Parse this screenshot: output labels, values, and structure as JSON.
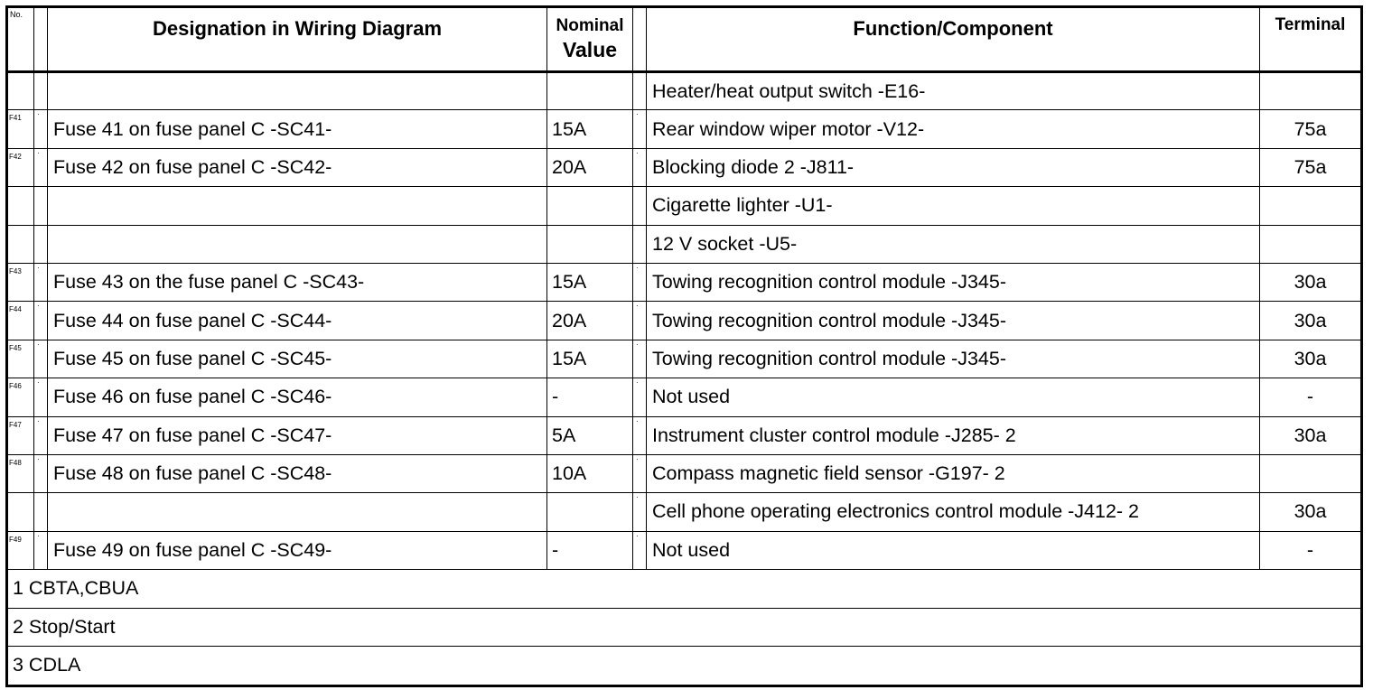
{
  "table": {
    "headers": {
      "no": "No.",
      "designation": "Designation in Wiring Diagram",
      "nominal_line1": "Nominal",
      "nominal_line2": "Value",
      "function": "Function/Component",
      "terminal": "Terminal"
    },
    "rows": [
      {
        "no": "",
        "mark": "",
        "designation": "",
        "nominal": "",
        "sep": "",
        "function": "Heater/heat output switch -E16-",
        "terminal": ""
      },
      {
        "no": "F41",
        "mark": "·",
        "designation": "Fuse 41 on fuse panel C -SC41-",
        "nominal": "15A",
        "sep": "·",
        "function": "Rear window wiper motor -V12-",
        "terminal": "75a"
      },
      {
        "no": "F42",
        "mark": "·",
        "designation": "Fuse 42 on fuse panel C -SC42-",
        "nominal": "20A",
        "sep": "·",
        "function": "Blocking diode 2 -J811-",
        "terminal": "75a"
      },
      {
        "no": "",
        "mark": "",
        "designation": "",
        "nominal": "",
        "sep": "",
        "function": "Cigarette lighter -U1-",
        "terminal": ""
      },
      {
        "no": "",
        "mark": "",
        "designation": "",
        "nominal": "",
        "sep": "",
        "function": "12 V socket -U5-",
        "terminal": ""
      },
      {
        "no": "F43",
        "mark": "·",
        "designation": "Fuse 43 on the fuse panel C -SC43-",
        "nominal": "15A",
        "sep": "·",
        "function": "Towing recognition control module -J345-",
        "terminal": "30a"
      },
      {
        "no": "F44",
        "mark": "·",
        "designation": "Fuse 44 on fuse panel C -SC44-",
        "nominal": "20A",
        "sep": "·",
        "function": "Towing recognition control module -J345-",
        "terminal": "30a"
      },
      {
        "no": "F45",
        "mark": "·",
        "designation": "Fuse 45 on fuse panel C -SC45-",
        "nominal": "15A",
        "sep": "·",
        "function": "Towing recognition control module -J345-",
        "terminal": "30a"
      },
      {
        "no": "F46",
        "mark": "·",
        "designation": "Fuse 46 on fuse panel C -SC46-",
        "nominal": "-",
        "sep": "·",
        "function": "Not used",
        "terminal": "-"
      },
      {
        "no": "F47",
        "mark": "·",
        "designation": "Fuse 47 on fuse panel C -SC47-",
        "nominal": "5A",
        "sep": "·",
        "function": "Instrument cluster control module -J285- 2",
        "terminal": "30a"
      },
      {
        "no": "F48",
        "mark": "·",
        "designation": "Fuse 48 on fuse panel C -SC48-",
        "nominal": "10A",
        "sep": "·",
        "function": "Compass magnetic field sensor -G197- 2",
        "terminal": ""
      },
      {
        "no": "",
        "mark": "",
        "designation": "",
        "nominal": "",
        "sep": "·",
        "function": "Cell phone operating electronics control module -J412- 2",
        "terminal": "30a"
      },
      {
        "no": "F49",
        "mark": "·",
        "designation": "Fuse 49 on fuse panel C -SC49-",
        "nominal": "-",
        "sep": "·",
        "function": "Not used",
        "terminal": "-"
      }
    ],
    "footnotes": [
      "1 CBTA,CBUA",
      "2 Stop/Start",
      "3 CDLA"
    ]
  }
}
